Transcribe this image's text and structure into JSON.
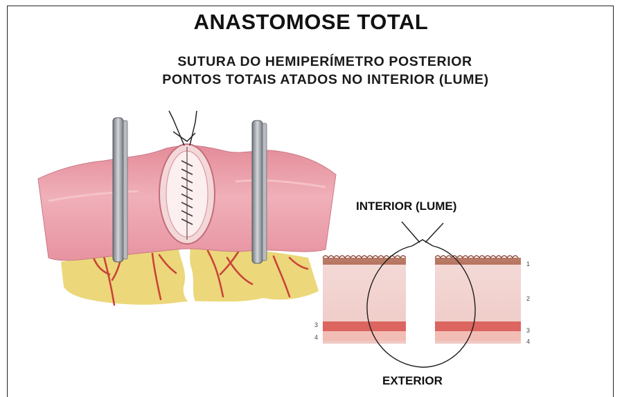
{
  "title": "ANASTOMOSE TOTAL",
  "subtitle_line1": "SUTURA DO HEMIPERÍMETRO POSTERIOR",
  "subtitle_line2": "PONTOS TOTAIS ATADOS NO INTERIOR (LUME)",
  "label_interior": "INTERIOR (LUME)",
  "label_exterior": "EXTERIOR",
  "layer_numbers_right": [
    "1",
    "2",
    "3",
    "4"
  ],
  "layer_numbers_left": [
    "3",
    "4"
  ],
  "colors": {
    "mucosa_pink": "#e89aa6",
    "serosa_pink": "#f2b9c0",
    "mesentery_yellow": "#ecd77a",
    "vessel_red": "#c8443a",
    "clamp_grey": "#9ea2a8",
    "submucosa_red": "#d8524c",
    "wall_layer_pink": "#f1d4d0"
  }
}
